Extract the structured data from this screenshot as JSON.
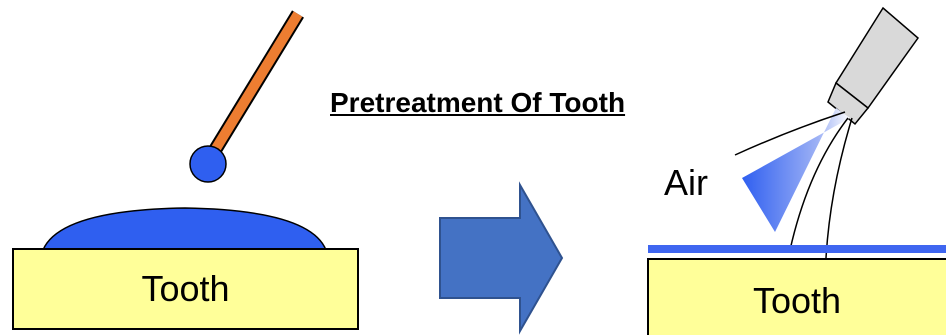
{
  "title": "Pretreatment Of Tooth",
  "left_panel": {
    "tooth_label": "Tooth",
    "applicator_icon": "brush-applicator-icon",
    "coating_icon": "liquid-drop-icon"
  },
  "arrow": {
    "icon": "right-arrow-icon"
  },
  "right_panel": {
    "air_label": "Air",
    "tooth_label": "Tooth",
    "nozzle_icon": "air-nozzle-icon"
  },
  "colors": {
    "tooth_fill": "#ffff99",
    "liquid_blue": "#2f5ff0",
    "film_blue": "#3f66f0",
    "arrow_fill": "#4472c4",
    "arrow_stroke": "#2f528f",
    "stick_orange": "#ed7d31",
    "nozzle_gray": "#d9d9d9"
  }
}
